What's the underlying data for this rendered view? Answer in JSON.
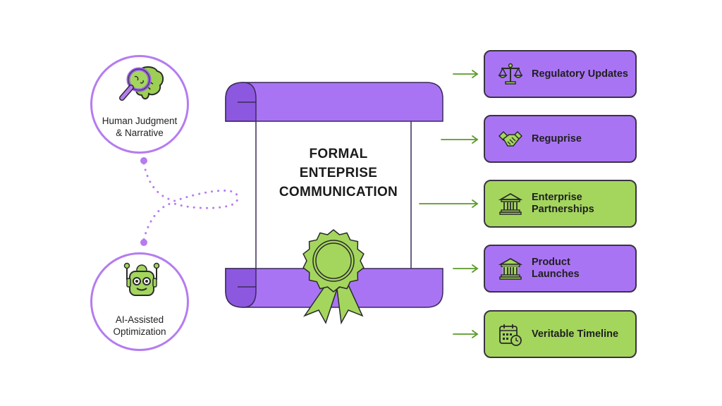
{
  "center": {
    "title_lines": [
      "FORMAL",
      "ENTEPRISE",
      "COMMUNICATION"
    ],
    "scroll_color": "#a974f4",
    "seal_color": "#a4d65e"
  },
  "left_nodes": [
    {
      "label_lines": [
        "Human Judgment",
        "& Narrative"
      ],
      "icon": "magnifier-brain-icon"
    },
    {
      "label_lines": [
        "AI-Assisted",
        "Optimization"
      ],
      "icon": "robot-icon"
    }
  ],
  "outputs": [
    {
      "label_lines": [
        "Regulatory Updates"
      ],
      "icon": "scales-icon",
      "color": "purple"
    },
    {
      "label_lines": [
        "Reguprise"
      ],
      "icon": "handshake-icon",
      "color": "purple"
    },
    {
      "label_lines": [
        "Enterprise",
        "Partnerships"
      ],
      "icon": "bank-icon",
      "color": "green"
    },
    {
      "label_lines": [
        "Product",
        "Launches"
      ],
      "icon": "bank-icon",
      "color": "purple"
    },
    {
      "label_lines": [
        "Veritable Timeline"
      ],
      "icon": "calendar-clock-icon",
      "color": "green"
    }
  ],
  "colors": {
    "purple": "#a974f4",
    "green": "#a4d65e",
    "arrow": "#5a9a2a",
    "connector": "#b57cf0",
    "outline": "#3a3340"
  }
}
